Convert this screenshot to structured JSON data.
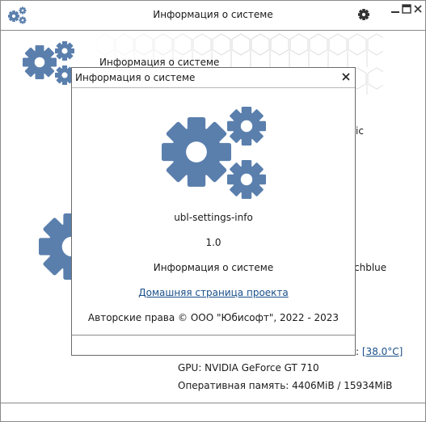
{
  "window": {
    "title": "Информация о системе"
  },
  "background": {
    "heading": "Информация о системе",
    "partial_ic": "ic",
    "partial_chblue": "chblue",
    "temp_prefix": ":",
    "temperature": "[38.0°C]",
    "gpu": "GPU: NVIDIA GeForce GT 710",
    "memory": "Оперативная память: 4406MiB / 15934MiB"
  },
  "dialog": {
    "title": "Информация о системе",
    "app_name": "ubl-settings-info",
    "version": "1.0",
    "description": "Информация о системе",
    "homepage_link": "Домашняя страница проекта",
    "copyright": "Авторские права © ООО \"Юбисофт\", 2022 - 2023"
  },
  "colors": {
    "accent": "#5a7fad",
    "link": "#1a4f8a",
    "border": "#8a8a8a"
  }
}
